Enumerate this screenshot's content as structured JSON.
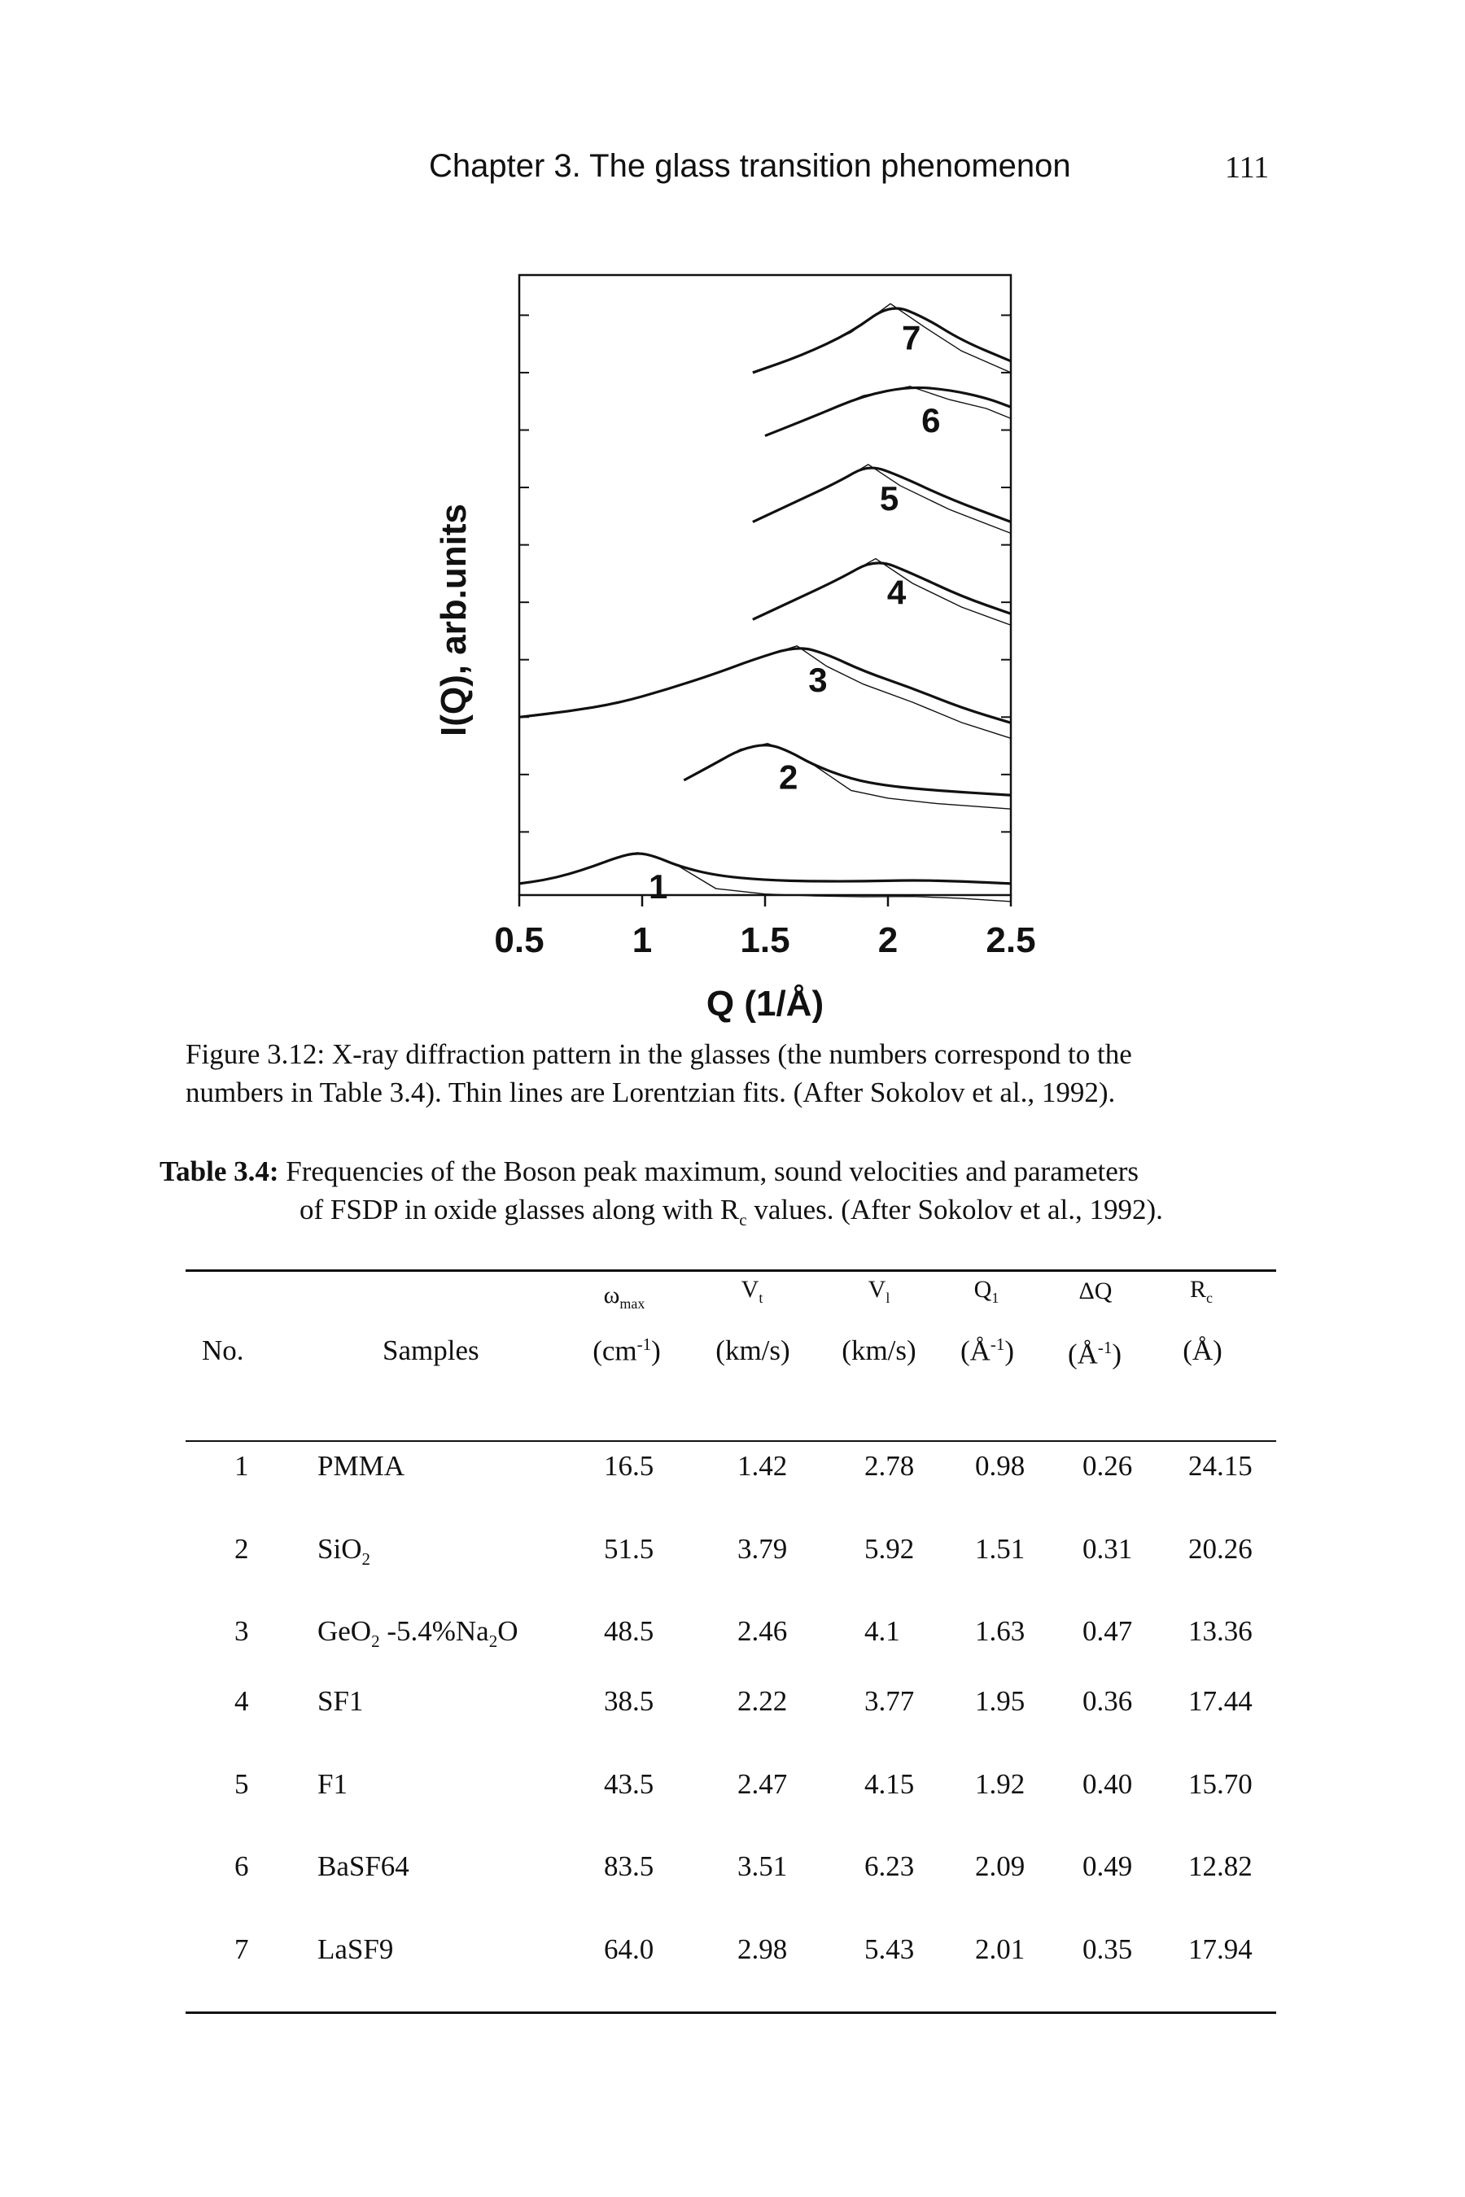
{
  "header": {
    "chapter_title": "Chapter 3. The glass transition phenomenon",
    "page_number": "111"
  },
  "figure": {
    "ylabel": "I(Q), arb.units",
    "xlabel": "Q (1/Å)",
    "xticks": [
      "0.5",
      "1",
      "1.5",
      "2",
      "2.5"
    ],
    "curve_labels": [
      "1",
      "2",
      "3",
      "4",
      "5",
      "6",
      "7"
    ],
    "caption_line1": "Figure 3.12: X-ray diffraction pattern in the glasses (the numbers correspond to the",
    "caption_line2": "numbers in Table 3.4). Thin lines are Lorentzian fits. (After Sokolov et al., 1992)."
  },
  "chart_data": {
    "type": "line",
    "xlabel": "Q (1/Å)",
    "ylabel": "I(Q), arb.units",
    "xlim": [
      0.5,
      2.5
    ],
    "xticks": [
      0.5,
      1,
      1.5,
      2,
      2.5
    ],
    "yticks_shown": false,
    "series": [
      {
        "name": "1",
        "x": [
          0.5,
          0.6,
          0.7,
          0.8,
          0.9,
          0.98,
          1.05,
          1.15,
          1.3,
          1.5,
          1.7,
          1.9,
          2.1,
          2.3,
          2.5
        ],
        "y": [
          0.05,
          0.08,
          0.13,
          0.2,
          0.28,
          0.32,
          0.29,
          0.2,
          0.12,
          0.08,
          0.07,
          0.07,
          0.08,
          0.07,
          0.05
        ]
      },
      {
        "name": "2",
        "x": [
          1.17,
          1.3,
          1.4,
          1.51,
          1.6,
          1.7,
          1.85,
          2.0,
          2.2,
          2.5
        ],
        "y": [
          0.95,
          1.1,
          1.22,
          1.27,
          1.2,
          1.08,
          0.96,
          0.9,
          0.86,
          0.82
        ]
      },
      {
        "name": "3",
        "x": [
          0.5,
          0.7,
          0.9,
          1.1,
          1.3,
          1.45,
          1.63,
          1.75,
          1.9,
          2.1,
          2.3,
          2.5
        ],
        "y": [
          1.5,
          1.55,
          1.62,
          1.74,
          1.88,
          2.0,
          2.12,
          2.05,
          1.9,
          1.75,
          1.58,
          1.45
        ]
      },
      {
        "name": "4",
        "x": [
          1.45,
          1.6,
          1.8,
          1.95,
          2.1,
          2.3,
          2.5
        ],
        "y": [
          2.35,
          2.5,
          2.7,
          2.88,
          2.75,
          2.55,
          2.4
        ]
      },
      {
        "name": "5",
        "x": [
          1.45,
          1.6,
          1.8,
          1.92,
          2.05,
          2.25,
          2.5
        ],
        "y": [
          3.2,
          3.35,
          3.55,
          3.7,
          3.6,
          3.4,
          3.2
        ]
      },
      {
        "name": "6",
        "x": [
          1.5,
          1.7,
          1.9,
          2.09,
          2.25,
          2.4,
          2.5
        ],
        "y": [
          3.95,
          4.12,
          4.3,
          4.38,
          4.35,
          4.28,
          4.2
        ]
      },
      {
        "name": "7",
        "x": [
          1.45,
          1.65,
          1.85,
          2.01,
          2.15,
          2.3,
          2.5
        ],
        "y": [
          4.5,
          4.65,
          4.85,
          5.1,
          4.98,
          4.78,
          4.6
        ]
      }
    ]
  },
  "table": {
    "label": "Table 3.4:",
    "caption_line1": "Frequencies of the Boson peak maximum, sound velocities and parameters",
    "caption_line2": "of FSDP in oxide glasses along with R",
    "caption_line2_sub": "c",
    "caption_line2_tail": " values. (After Sokolov et al., 1992).",
    "headers": {
      "no": "No.",
      "samples": "Samples",
      "omega": "ω",
      "omega_sub": "max",
      "omega_unit": "(cm",
      "omega_unit_sup": "-1",
      "omega_unit_tail": ")",
      "vt": "V",
      "vt_sub": "t",
      "vt_unit": "(km/s)",
      "vl": "V",
      "vl_sub": "l",
      "vl_unit": "(km/s)",
      "q1": "Q",
      "q1_sub": "1",
      "q1_unit": "(Å",
      "q1_unit_sup": "-1",
      "q1_unit_tail": ")",
      "dq": "ΔQ",
      "dq_unit": "(Å",
      "dq_unit_sup": "-1",
      "dq_unit_tail": ")",
      "rc": "R",
      "rc_sub": "c",
      "rc_unit": "(Å)"
    },
    "rows": [
      {
        "no": "1",
        "sample": "PMMA",
        "sample_sub1": "",
        "sample_mid": "",
        "sample_sub2": "",
        "sample_tail": "",
        "omega": "16.5",
        "vt": "1.42",
        "vl": "2.78",
        "q1": "0.98",
        "dq": "0.26",
        "rc": "24.15"
      },
      {
        "no": "2",
        "sample": "SiO",
        "sample_sub1": "2",
        "sample_mid": "",
        "sample_sub2": "",
        "sample_tail": "",
        "omega": "51.5",
        "vt": "3.79",
        "vl": "5.92",
        "q1": "1.51",
        "dq": "0.31",
        "rc": "20.26"
      },
      {
        "no": "3",
        "sample": "GeO",
        "sample_sub1": "2",
        "sample_mid": " -5.4%Na",
        "sample_sub2": "2",
        "sample_tail": "O",
        "omega": "48.5",
        "vt": "2.46",
        "vl": "4.1",
        "q1": "1.63",
        "dq": "0.47",
        "rc": "13.36"
      },
      {
        "no": "4",
        "sample": "SF1",
        "sample_sub1": "",
        "sample_mid": "",
        "sample_sub2": "",
        "sample_tail": "",
        "omega": "38.5",
        "vt": "2.22",
        "vl": "3.77",
        "q1": "1.95",
        "dq": "0.36",
        "rc": "17.44"
      },
      {
        "no": "5",
        "sample": "F1",
        "sample_sub1": "",
        "sample_mid": "",
        "sample_sub2": "",
        "sample_tail": "",
        "omega": "43.5",
        "vt": "2.47",
        "vl": "4.15",
        "q1": "1.92",
        "dq": "0.40",
        "rc": "15.70"
      },
      {
        "no": "6",
        "sample": "BaSF64",
        "sample_sub1": "",
        "sample_mid": "",
        "sample_sub2": "",
        "sample_tail": "",
        "omega": "83.5",
        "vt": "3.51",
        "vl": "6.23",
        "q1": "2.09",
        "dq": "0.49",
        "rc": "12.82"
      },
      {
        "no": "7",
        "sample": "LaSF9",
        "sample_sub1": "",
        "sample_mid": "",
        "sample_sub2": "",
        "sample_tail": "",
        "omega": "64.0",
        "vt": "2.98",
        "vl": "5.43",
        "q1": "2.01",
        "dq": "0.35",
        "rc": "17.94"
      }
    ]
  }
}
